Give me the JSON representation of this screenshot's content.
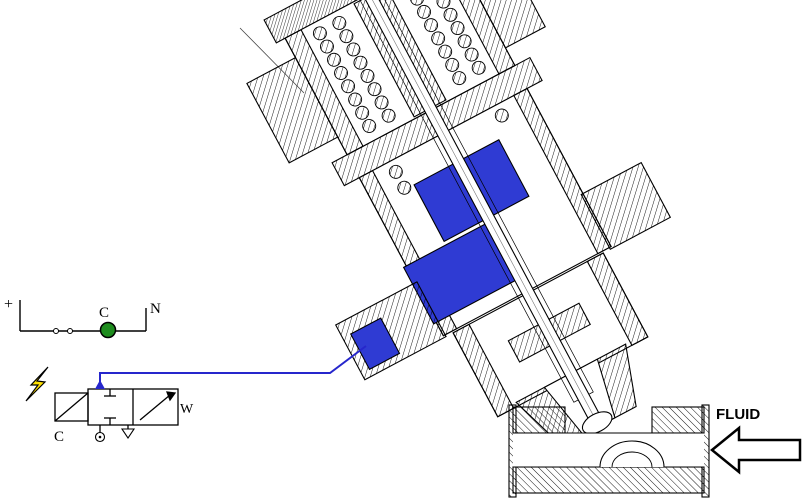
{
  "diagram": {
    "fluid_label": "FLUID",
    "plus_terminal": "+",
    "neutral_terminal": "N",
    "lamp_label": "C",
    "coil_label": "C",
    "spring_label": "W"
  },
  "colors": {
    "component_blue": "#2f3bd3",
    "lamp_green": "#1e8c1e",
    "lightning_yellow": "#ffe000",
    "wire_blue": "#2626cc",
    "line_black": "#000000"
  }
}
